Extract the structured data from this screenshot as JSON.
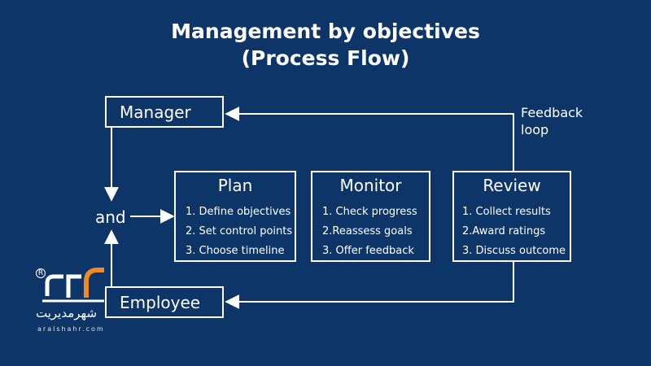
{
  "title": {
    "line1": "Management by objectives",
    "line2": "(Process Flow)"
  },
  "manager_label": "Manager",
  "employee_label": "Employee",
  "and_label": "and",
  "feedback_label": {
    "line1": "Feedback",
    "line2": "loop"
  },
  "plan": {
    "title": "Plan",
    "steps": [
      "1. Define objectives",
      "2. Set control points",
      "3. Choose timeline"
    ]
  },
  "monitor": {
    "title": "Monitor",
    "steps": [
      "1. Check progress",
      "2.Reassess goals",
      "3. Offer feedback"
    ]
  },
  "review": {
    "title": "Review",
    "steps": [
      "1. Collect results",
      "2.Award ratings",
      "3. Discuss outcome"
    ]
  },
  "logo": {
    "persian_text": "شهرمدیریت",
    "site": "aralshahr.com",
    "registered": "R",
    "accent_color": "#f08a24"
  }
}
